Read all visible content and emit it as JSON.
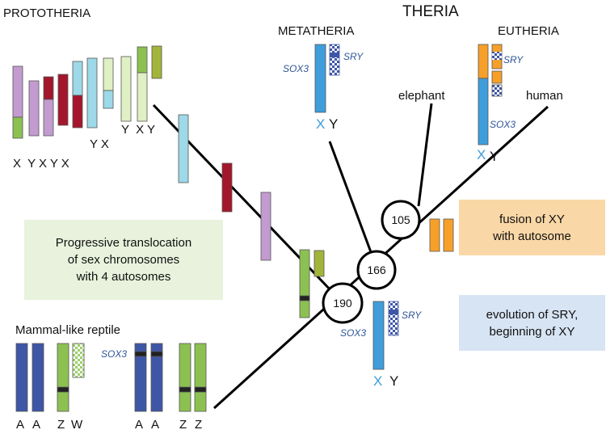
{
  "title_theria": "THERIA",
  "title_prototheria": "PROTOTHERIA",
  "title_metatheria": "METATHERIA",
  "title_eutheria": "EUTHERIA",
  "label_elephant": "elephant",
  "label_human": "human",
  "label_mammal_reptile": "Mammal-like reptile",
  "node_105": "105",
  "node_166": "166",
  "node_190": "190",
  "box_translocation": "Progressive translocation\nof sex chromosomes\nwith 4 autosomes",
  "box_fusion": "fusion of XY\nwith autosome",
  "box_sry": "evolution of SRY,\nbeginning of XY",
  "gene_sox3": "SOX3",
  "gene_sry": "SRY",
  "chr_x": "X",
  "chr_y": "Y",
  "chr_a": "A",
  "chr_z": "Z",
  "chr_w": "W",
  "proto_labels_1": "X  Y X Y X",
  "proto_labels_2": "Y X",
  "proto_labels_3": "Y  X Y",
  "colors": {
    "autosome_blue": "#3e56a6",
    "z_green": "#8cc152",
    "x_blue": "#3f9ddb",
    "cyan": "#9dd9e8",
    "red": "#a3162c",
    "lilac": "#c39bd0",
    "olive": "#a3b43b",
    "orange": "#f6a02a",
    "box_green": "#e8f2dc",
    "box_orange": "#fad7a6",
    "box_blue": "#d7e4f3"
  }
}
